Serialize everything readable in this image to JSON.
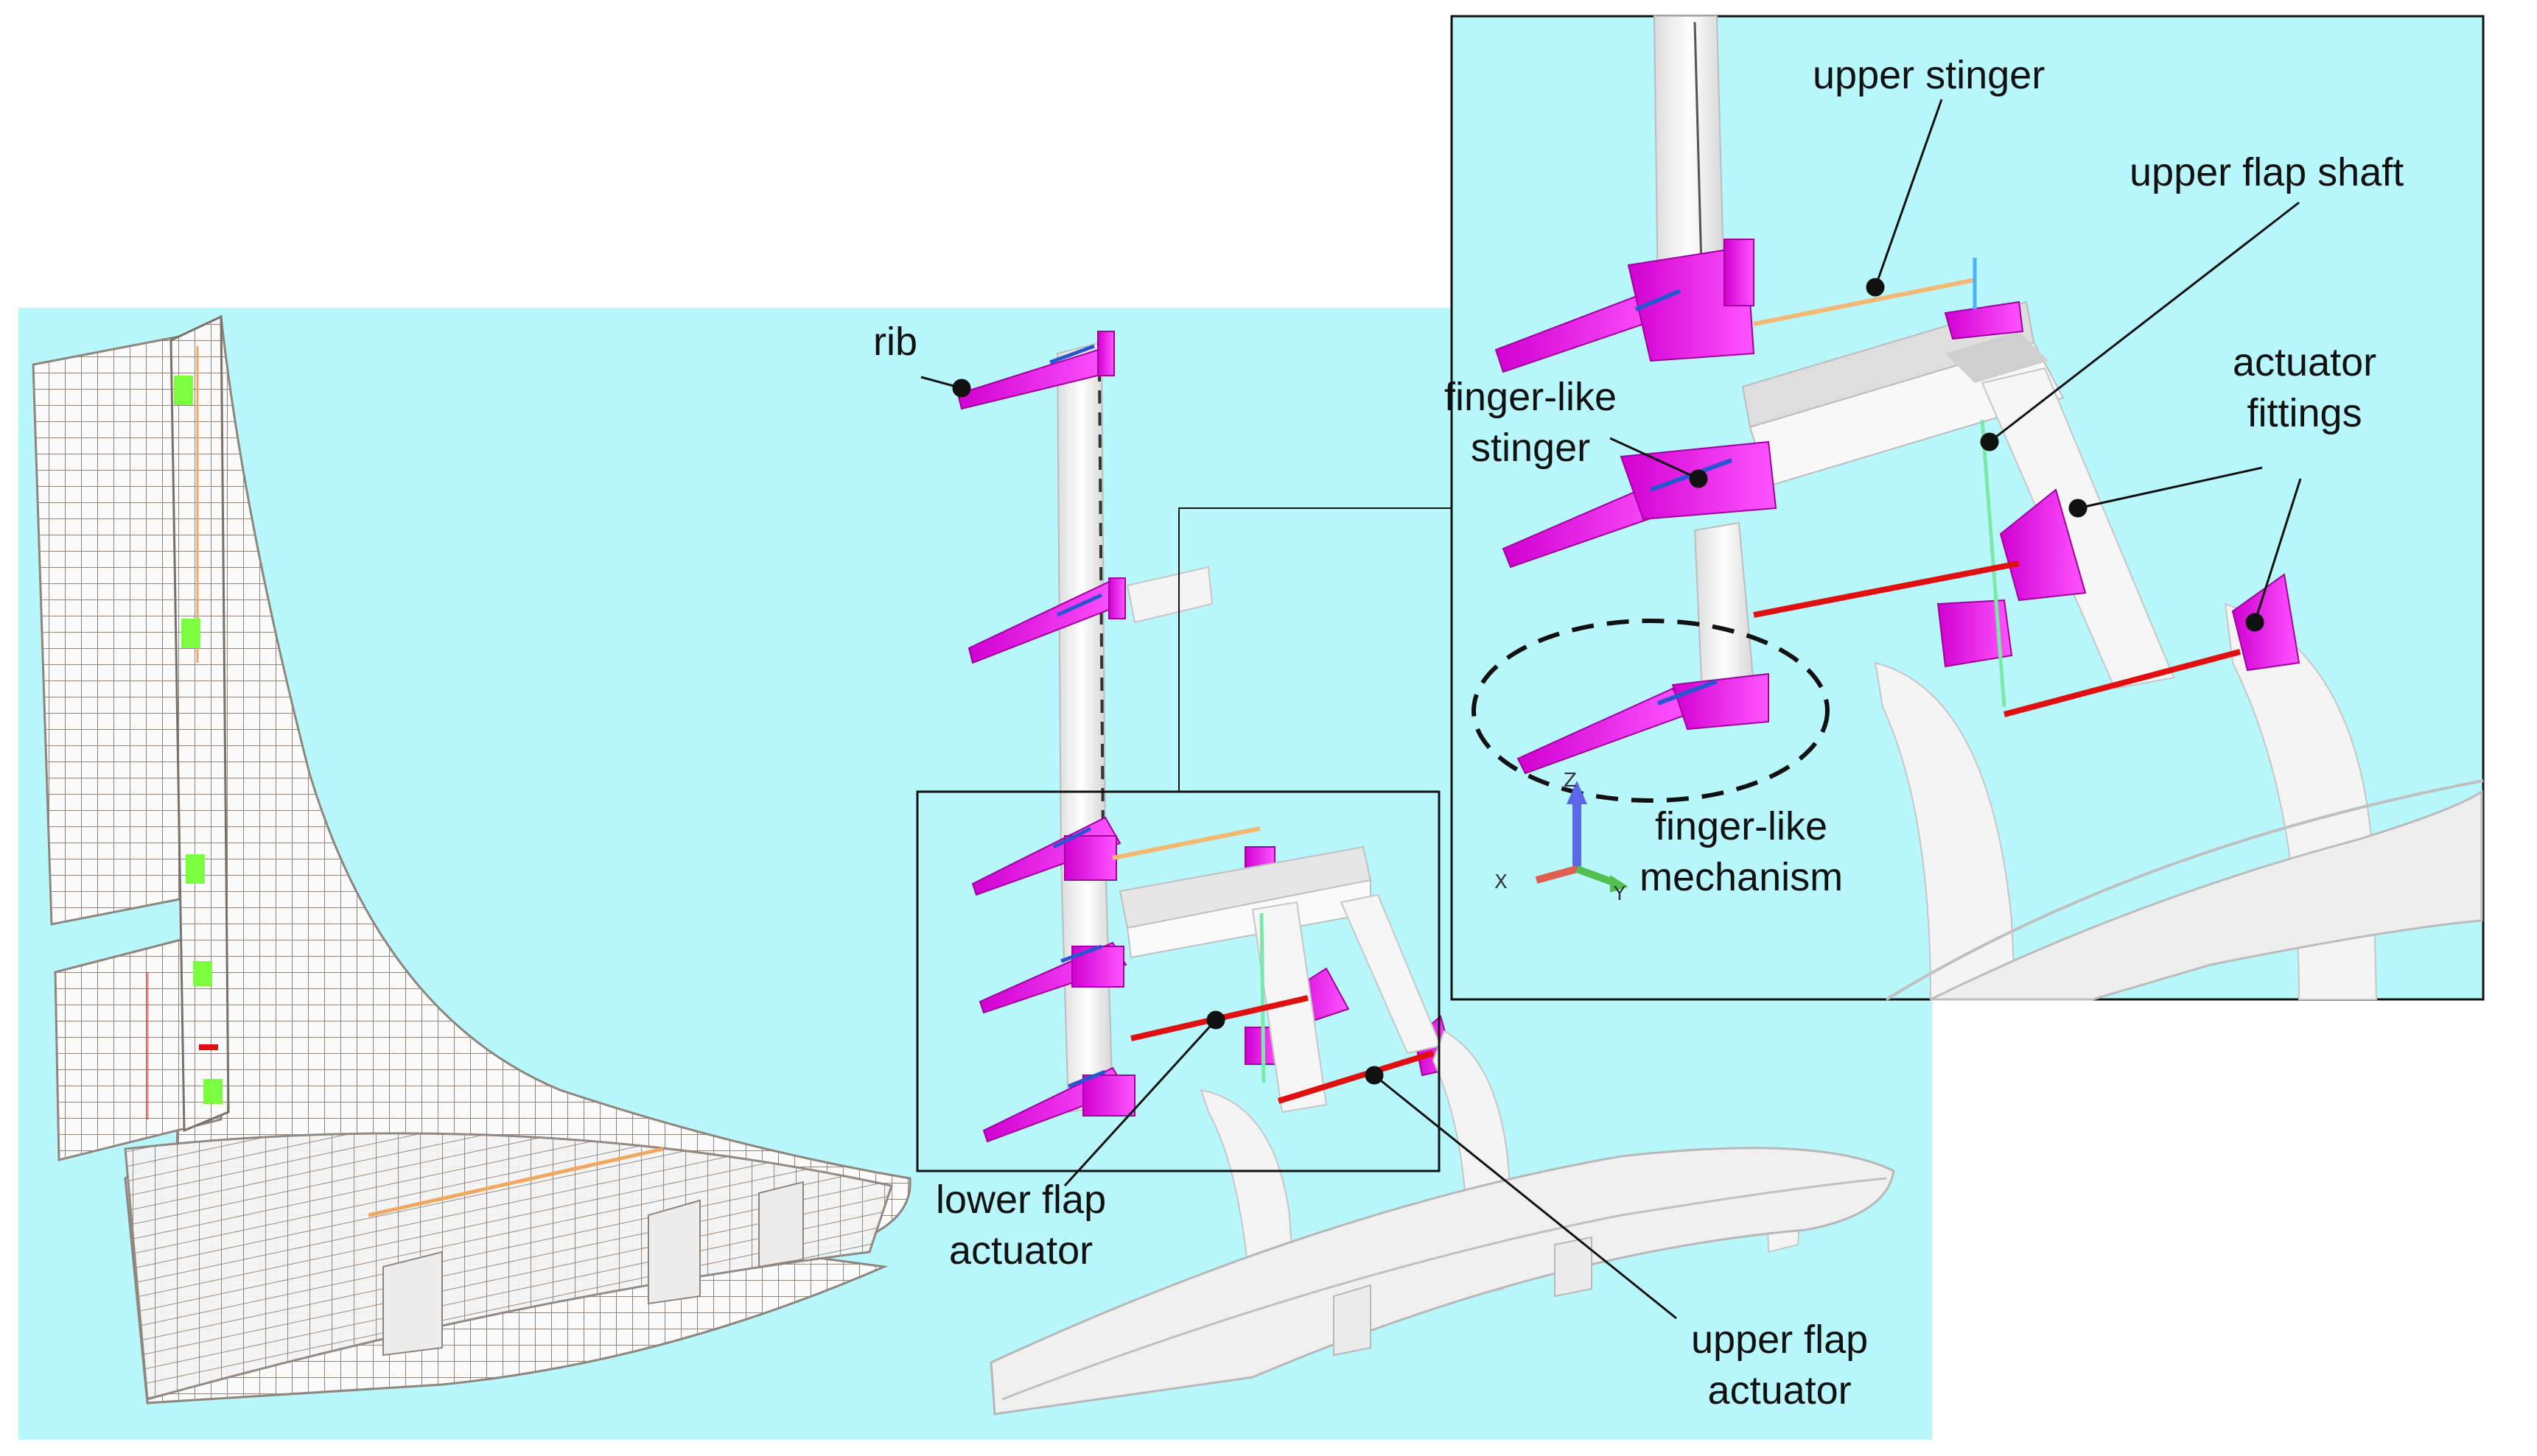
{
  "labels": {
    "rib": "rib",
    "upper_stinger": "upper stinger",
    "upper_flap_shaft": "upper flap shaft",
    "finger_like_stinger": "finger-like\nstinger",
    "actuator_fittings": "actuator\nfittings",
    "finger_like_mechanism": "finger-like\nmechanism",
    "lower_flap_actuator": "lower flap\nactuator",
    "upper_flap_actuator": "upper flap\nactuator"
  },
  "axis_triad": {
    "z": "Z",
    "x": "X",
    "y": "Y"
  },
  "colors": {
    "background_cyan": "#b8f8fc",
    "rib_magenta": "#ee00ee",
    "actuator_red": "#e01010",
    "shaft_green": "#7ce8a8",
    "stinger_orange": "#f4b870",
    "mesh_line": "#9a8f86",
    "solid_white": "#f2f2f2",
    "fitting_green": "#7cff40"
  }
}
